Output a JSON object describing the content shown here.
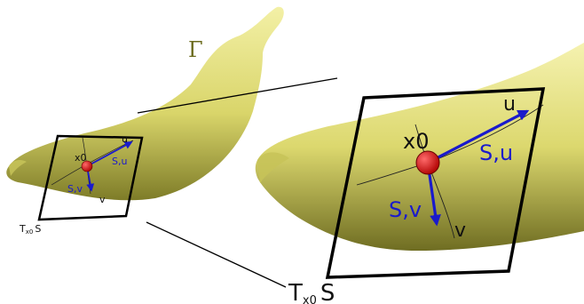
{
  "colors": {
    "surface": "#e3e07a",
    "surface_shade": "#8c8a2e",
    "tangent_vector": "#1a1acc",
    "point": "#e01010",
    "plane_outline": "#000000",
    "gamma_label": "#6b6b1e"
  },
  "labels": {
    "gamma": "Γ",
    "small": {
      "point": "x0",
      "u": "u",
      "v": "v",
      "su": "S,u",
      "sv": "S,v",
      "plane_main": "T",
      "plane_sub": "x0",
      "plane_tail": "S"
    },
    "large": {
      "point": "x0",
      "u": "u",
      "v": "v",
      "su": "S,u",
      "sv": "S,v"
    },
    "caption": {
      "main": "T",
      "sub": "x0",
      "tail": "S"
    }
  }
}
